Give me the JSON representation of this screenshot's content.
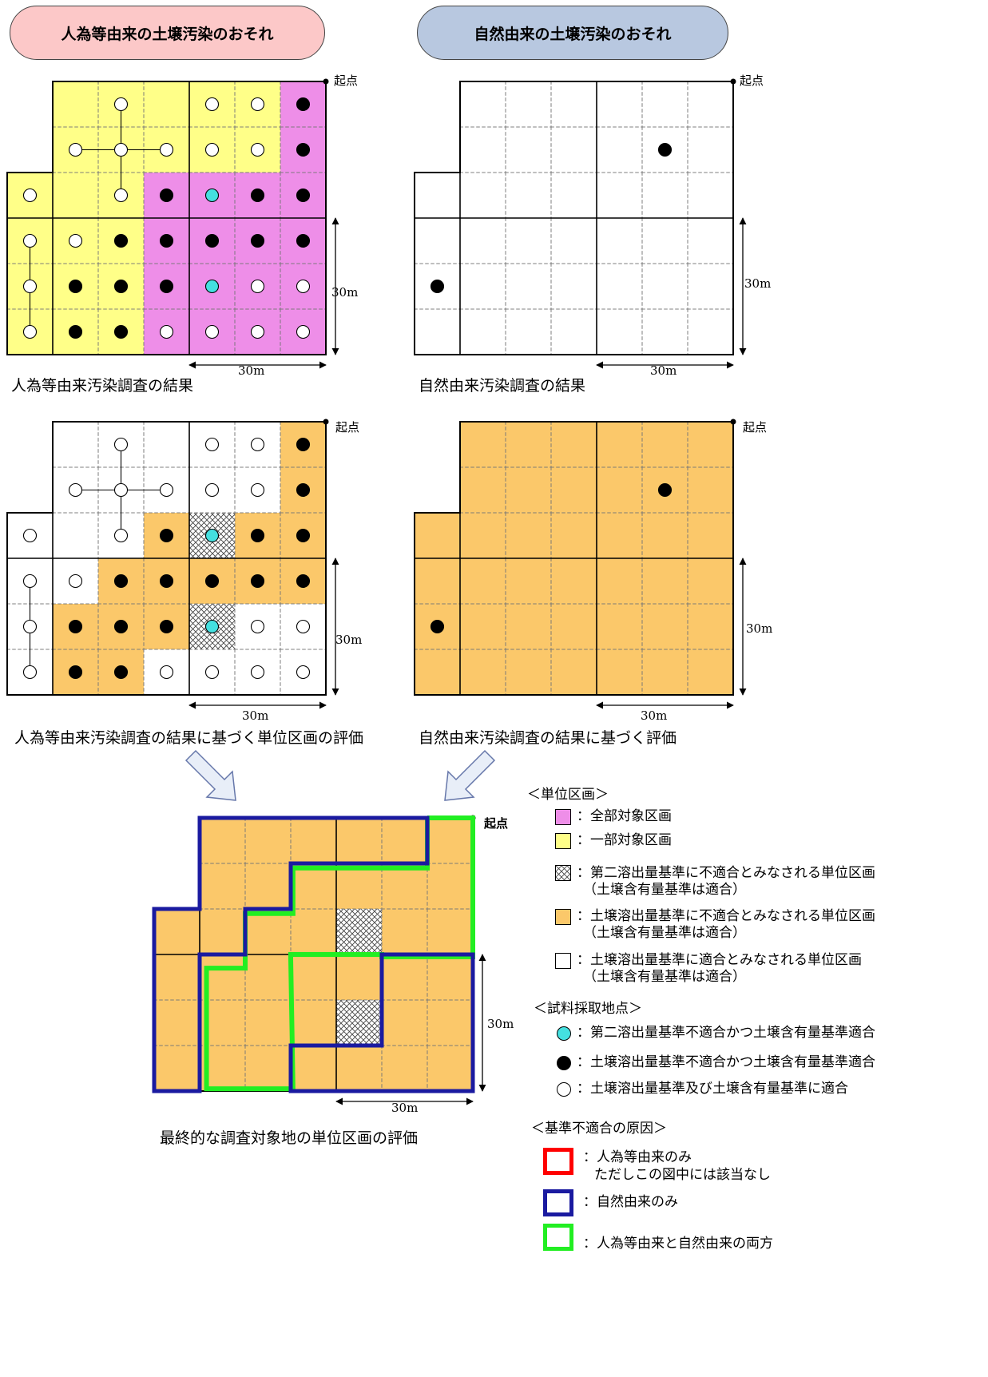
{
  "headers": {
    "anthropogenic": "人為等由来の土壌汚染のおそれ",
    "natural": "自然由来の土壌汚染のおそれ"
  },
  "labels": {
    "origin": "起点",
    "dim_30m": "30m",
    "panel_a": "人為等由来汚染調査の結果",
    "panel_b": "自然由来汚染調査の結果",
    "panel_c": "人為等由来汚染調査の結果に基づく単位区画の評価",
    "panel_d": "自然由来汚染調査の結果に基づく評価",
    "panel_final": "最終的な調査対象地の単位区画の評価"
  },
  "legend": {
    "unit_title": "＜単位区画＞",
    "all_target": "：全部対象区画",
    "part_target": "：一部対象区画",
    "second_elution": "：第二溶出量基準に不適合とみなされる単位区画",
    "second_elution_sub": "（土壌含有量基準は適合）",
    "elution_fail": "：土壌溶出量基準に不適合とみなされる単位区画",
    "elution_fail_sub": "（土壌含有量基準は適合）",
    "elution_ok": "：土壌溶出量基準に適合とみなされる単位区画",
    "elution_ok_sub": "（土壌含有量基準は適合）",
    "sample_title": "＜試料採取地点＞",
    "sample_cyan": "：第二溶出量基準不適合かつ土壌含有量基準適合",
    "sample_black": "：土壌溶出量基準不適合かつ土壌含有量基準適合",
    "sample_white": "：土壌溶出量基準及び土壌含有量基準に適合",
    "cause_title": "＜基準不適合の原因＞",
    "cause_red": "：人為等由来のみ",
    "cause_red_sub": "ただしこの図中には該当なし",
    "cause_blue": "：自然由来のみ",
    "cause_green": "：人為等由来と自然由来の両方"
  },
  "colors": {
    "pink": "#ee8ee8",
    "yellow": "#ffff88",
    "orange": "#fbc86a",
    "cyan": "#44e0e0",
    "header_pink": "#fcc8c8",
    "header_blue": "#b8c8e0",
    "red": "#ff0000",
    "blue": "#1a1aa0",
    "green": "#22ee22"
  }
}
